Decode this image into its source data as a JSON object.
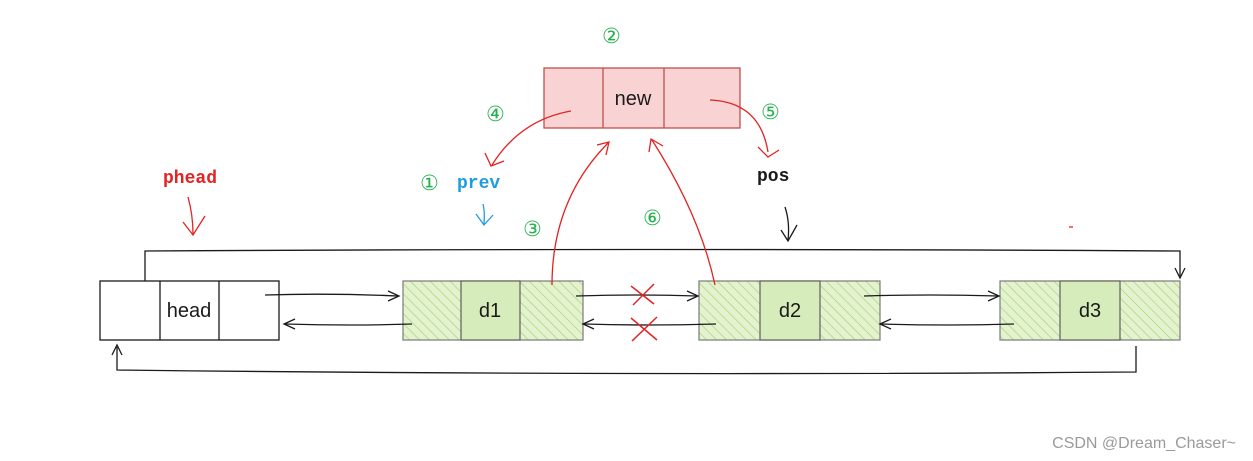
{
  "diagram": {
    "nodes": {
      "new": "new",
      "head": "head",
      "d1": "d1",
      "d2": "d2",
      "d3": "d3"
    },
    "pointers": {
      "phead": "phead",
      "prev": "prev",
      "pos": "pos"
    },
    "steps": {
      "s1": "①",
      "s2": "②",
      "s3": "③",
      "s4": "④",
      "s5": "⑤",
      "s6": "⑥"
    },
    "cross_marks": [
      "✕",
      "✕"
    ]
  },
  "colors": {
    "new_fill": "#f9d3d3",
    "new_stroke": "#c0504d",
    "data_fill": "#dbeec0",
    "data_hatch": "#a9d26b",
    "red": "#e32222",
    "blue": "#1f9ce0",
    "green": "#22b14c",
    "black": "#1a1a1a"
  },
  "watermark": "CSDN @Dream_Chaser~"
}
